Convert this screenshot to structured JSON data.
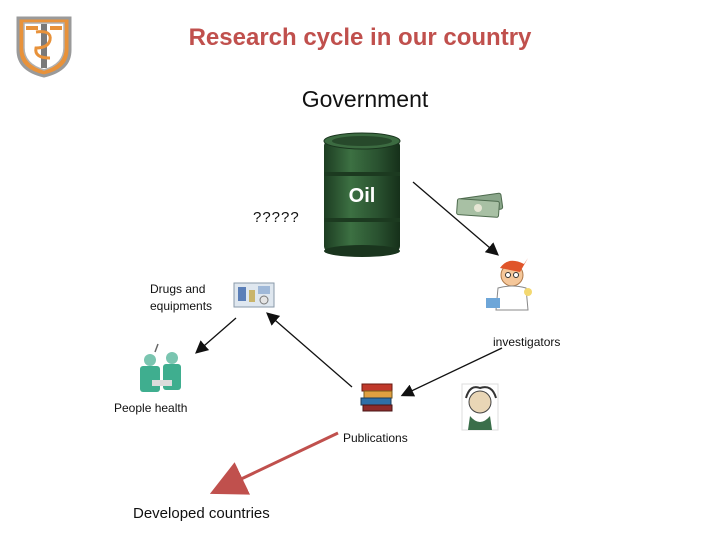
{
  "title": "Research cycle in our country",
  "nodes": {
    "government": "Government",
    "unknown": "?????",
    "drugs": "Drugs and\nequipments",
    "investigators": "investigators",
    "people_health": "People health",
    "publications": "Publications",
    "developed": "Developed countries"
  },
  "barrel_text": "Oil",
  "colors": {
    "title": "#c0504d",
    "barrel": "#2f5a34",
    "arrow": "#c0504d",
    "logo_orange": "#e8923a"
  }
}
